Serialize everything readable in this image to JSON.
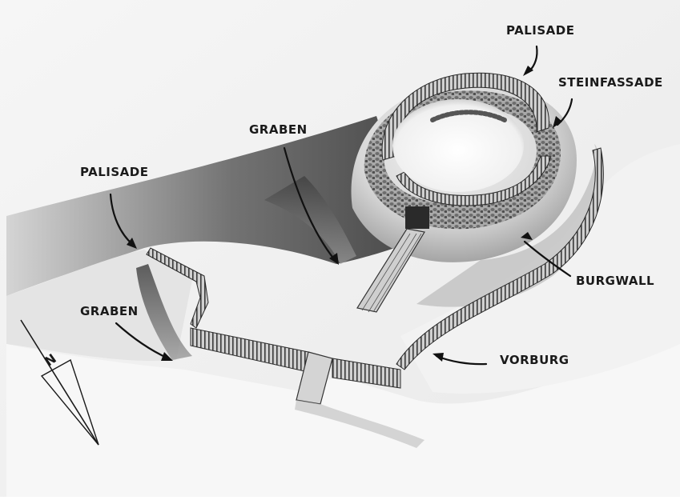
{
  "labels": {
    "palisade_top": "PALISADE",
    "steinfassade": "STEINFASSADE",
    "graben_center": "GRABEN",
    "palisade_left": "PALISADE",
    "burgwall": "BURGWALL",
    "graben_left": "GRABEN",
    "vorburg": "VORBURG",
    "north": "N"
  },
  "colors": {
    "paper": "#ffffff",
    "ink": "#1a1a1a",
    "shadow_dark": "#2e2e2e",
    "shadow_mid": "#8a8a8a",
    "ground_light": "#ececec"
  }
}
